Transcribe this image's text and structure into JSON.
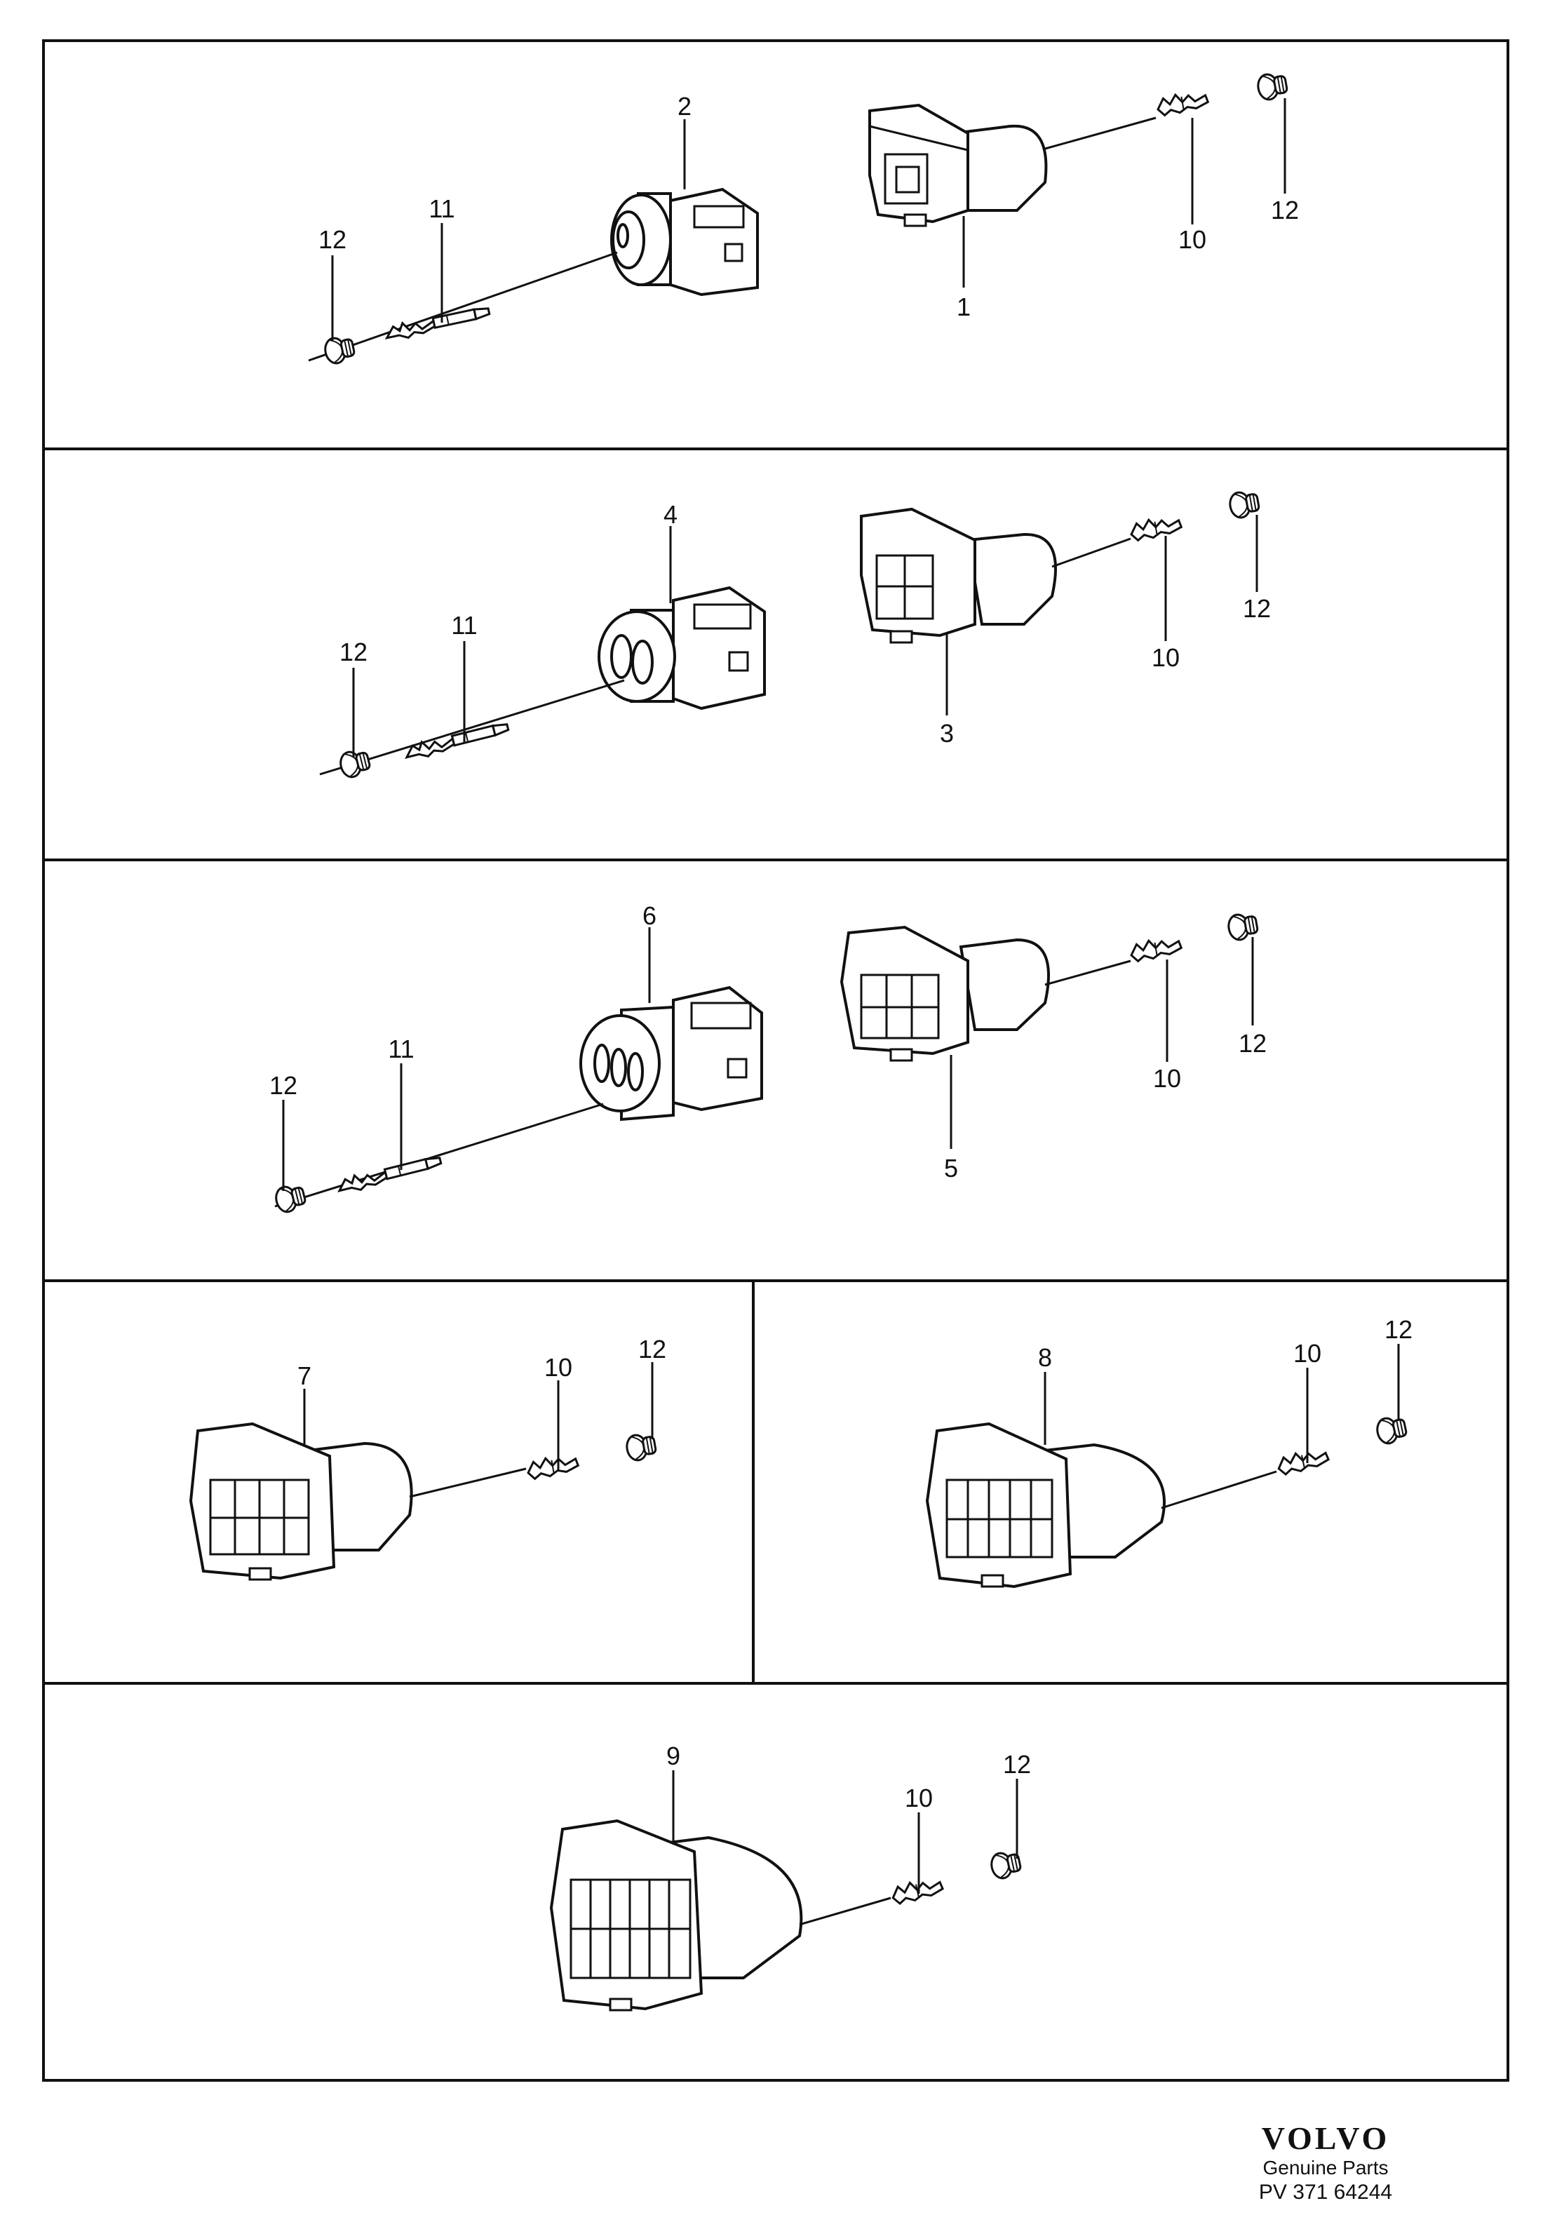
{
  "panels": [
    {
      "labels": {
        "l1": "2",
        "l2": "12",
        "l3": "11",
        "l4": "1",
        "l5": "10",
        "l6": "12"
      }
    },
    {
      "labels": {
        "l1": "4",
        "l2": "12",
        "l3": "11",
        "l4": "3",
        "l5": "10",
        "l6": "12"
      }
    },
    {
      "labels": {
        "l1": "6",
        "l2": "12",
        "l3": "11",
        "l4": "5",
        "l5": "10",
        "l6": "12"
      }
    },
    {
      "labels": {
        "l1": "7",
        "l2": "10",
        "l3": "12"
      }
    },
    {
      "labels": {
        "l1": "8",
        "l2": "10",
        "l3": "12"
      }
    },
    {
      "labels": {
        "l1": "9",
        "l2": "10",
        "l3": "12"
      }
    }
  ],
  "footer": {
    "brand": "VOLVO",
    "subtitle": "Genuine Parts",
    "reference": "PV 371 64244"
  }
}
